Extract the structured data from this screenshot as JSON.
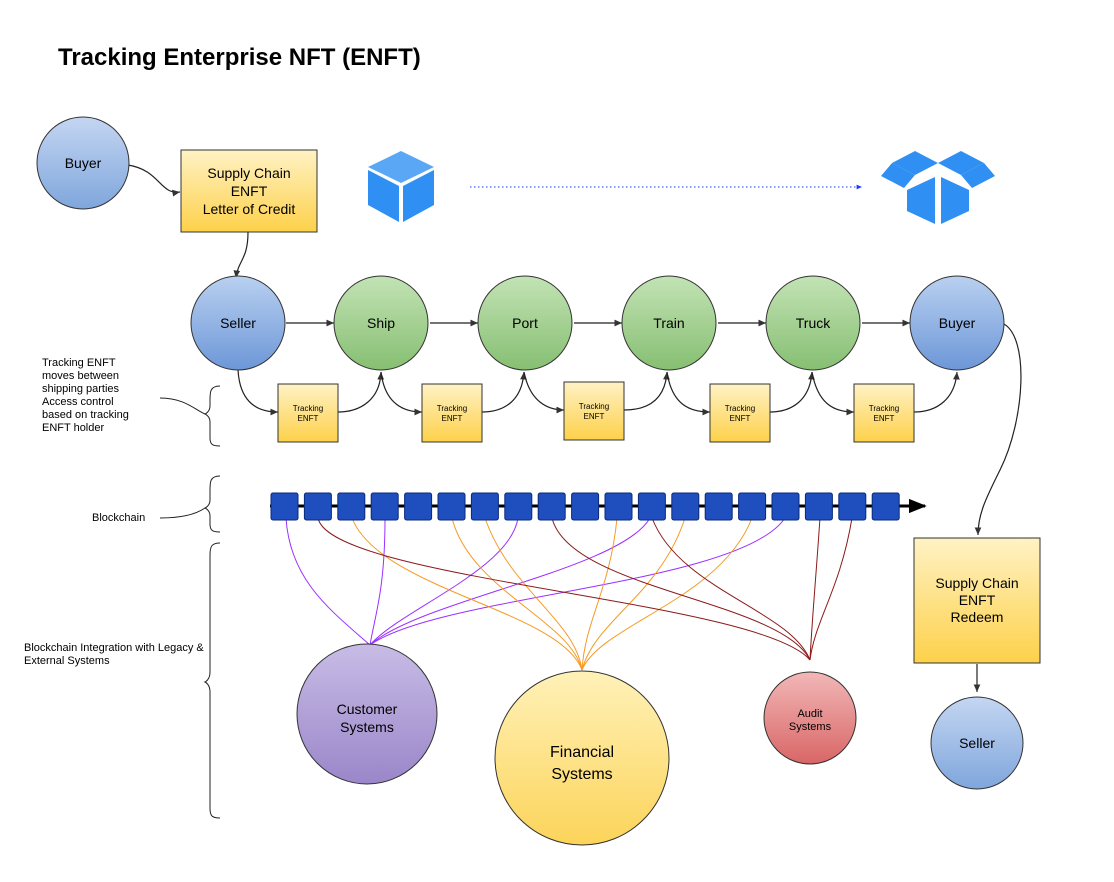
{
  "title": "Tracking Enterprise NFT (ENFT)",
  "top_buyer": "Buyer",
  "letter_of_credit": [
    "Supply Chain",
    "ENFT",
    "Letter of Credit"
  ],
  "redeem_box": [
    "Supply Chain",
    "ENFT",
    "Redeem"
  ],
  "bottom_seller": "Seller",
  "chain_nodes": [
    "Seller",
    "Ship",
    "Port",
    "Train",
    "Truck",
    "Buyer"
  ],
  "tracking_box": [
    "Tracking",
    "ENFT"
  ],
  "side_labels": {
    "tracking": [
      "Tracking ENFT",
      "moves between",
      "shipping parties",
      "Access control",
      "based on tracking",
      "ENFT holder"
    ],
    "blockchain": "Blockchain",
    "integration": [
      "Blockchain Integration with Legacy &",
      "External Systems"
    ]
  },
  "systems": {
    "customer": [
      "Customer",
      "Systems"
    ],
    "financial": [
      "Financial",
      "Systems"
    ],
    "audit": [
      "Audit",
      "Systems"
    ]
  },
  "icons": [
    "closed-box-icon",
    "open-box-icon"
  ],
  "colors": {
    "blue_node": "#8fb4e0",
    "green_node": "#9ccf8a",
    "box_yellow": "#ffd866",
    "block_blue": "#1f4fbf",
    "customer": "#a18fcf",
    "financial": "#fdd668",
    "audit": "#e07d7d",
    "purple_line": "#9b30ff",
    "orange_line": "#f59a23",
    "red_line": "#8b1a1a",
    "dotted_arrow": "#1a3dff"
  }
}
